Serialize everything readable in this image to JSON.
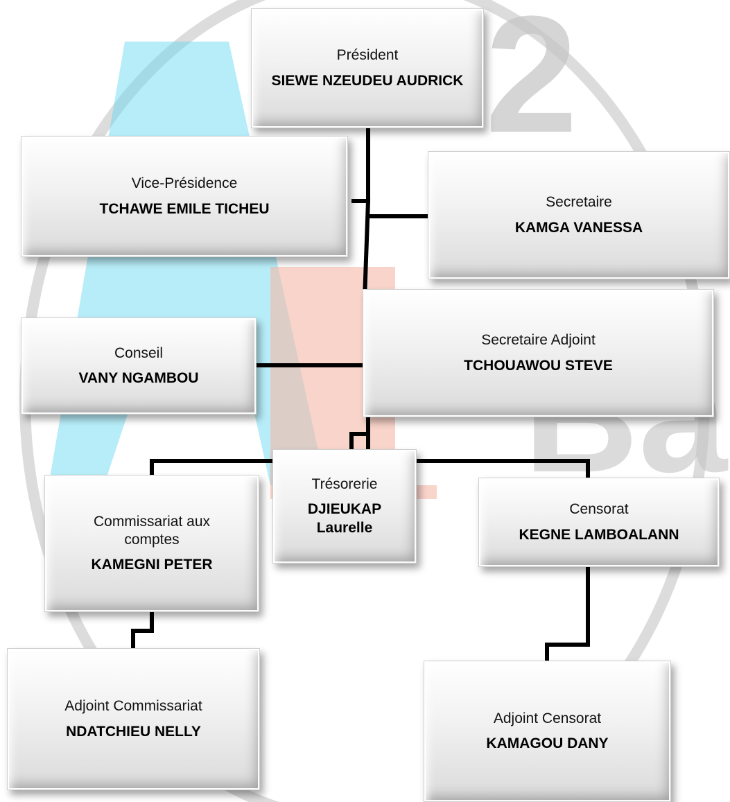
{
  "org_chart": {
    "president": {
      "role": "Président",
      "name": "SIEWE NZEUDEU AUDRICK"
    },
    "vice_presidence": {
      "role": "Vice-Présidence",
      "name": "TCHAWE EMILE TICHEU"
    },
    "secretaire": {
      "role": "Secretaire",
      "name": "KAMGA VANESSA"
    },
    "conseil": {
      "role": "Conseil",
      "name": "VANY NGAMBOU"
    },
    "secretaire_adjoint": {
      "role": "Secretaire Adjoint",
      "name": "TCHOUAWOU STEVE"
    },
    "tresorerie": {
      "role": "Trésorerie",
      "name": "DJIEUKAP Laurelle"
    },
    "commissariat": {
      "role": "Commissariat aux comptes",
      "name": "KAMEGNI PETER"
    },
    "censorat": {
      "role": "Censorat",
      "name": "KEGNE LAMBOALANN"
    },
    "adjoint_commissariat": {
      "role": "Adjoint Commissariat",
      "name": "NDATCHIEU NELLY"
    },
    "adjoint_censorat": {
      "role": "Adjoint Censorat",
      "name": "KAMAGOU DANY"
    }
  },
  "watermark": {
    "letters": [
      "A",
      "2",
      "Ba"
    ]
  },
  "colors": {
    "watermark_blue": "#5fd6f0",
    "watermark_salmon": "#f5b8a6",
    "watermark_gray": "#c4c4c4",
    "connector": "#000000"
  }
}
